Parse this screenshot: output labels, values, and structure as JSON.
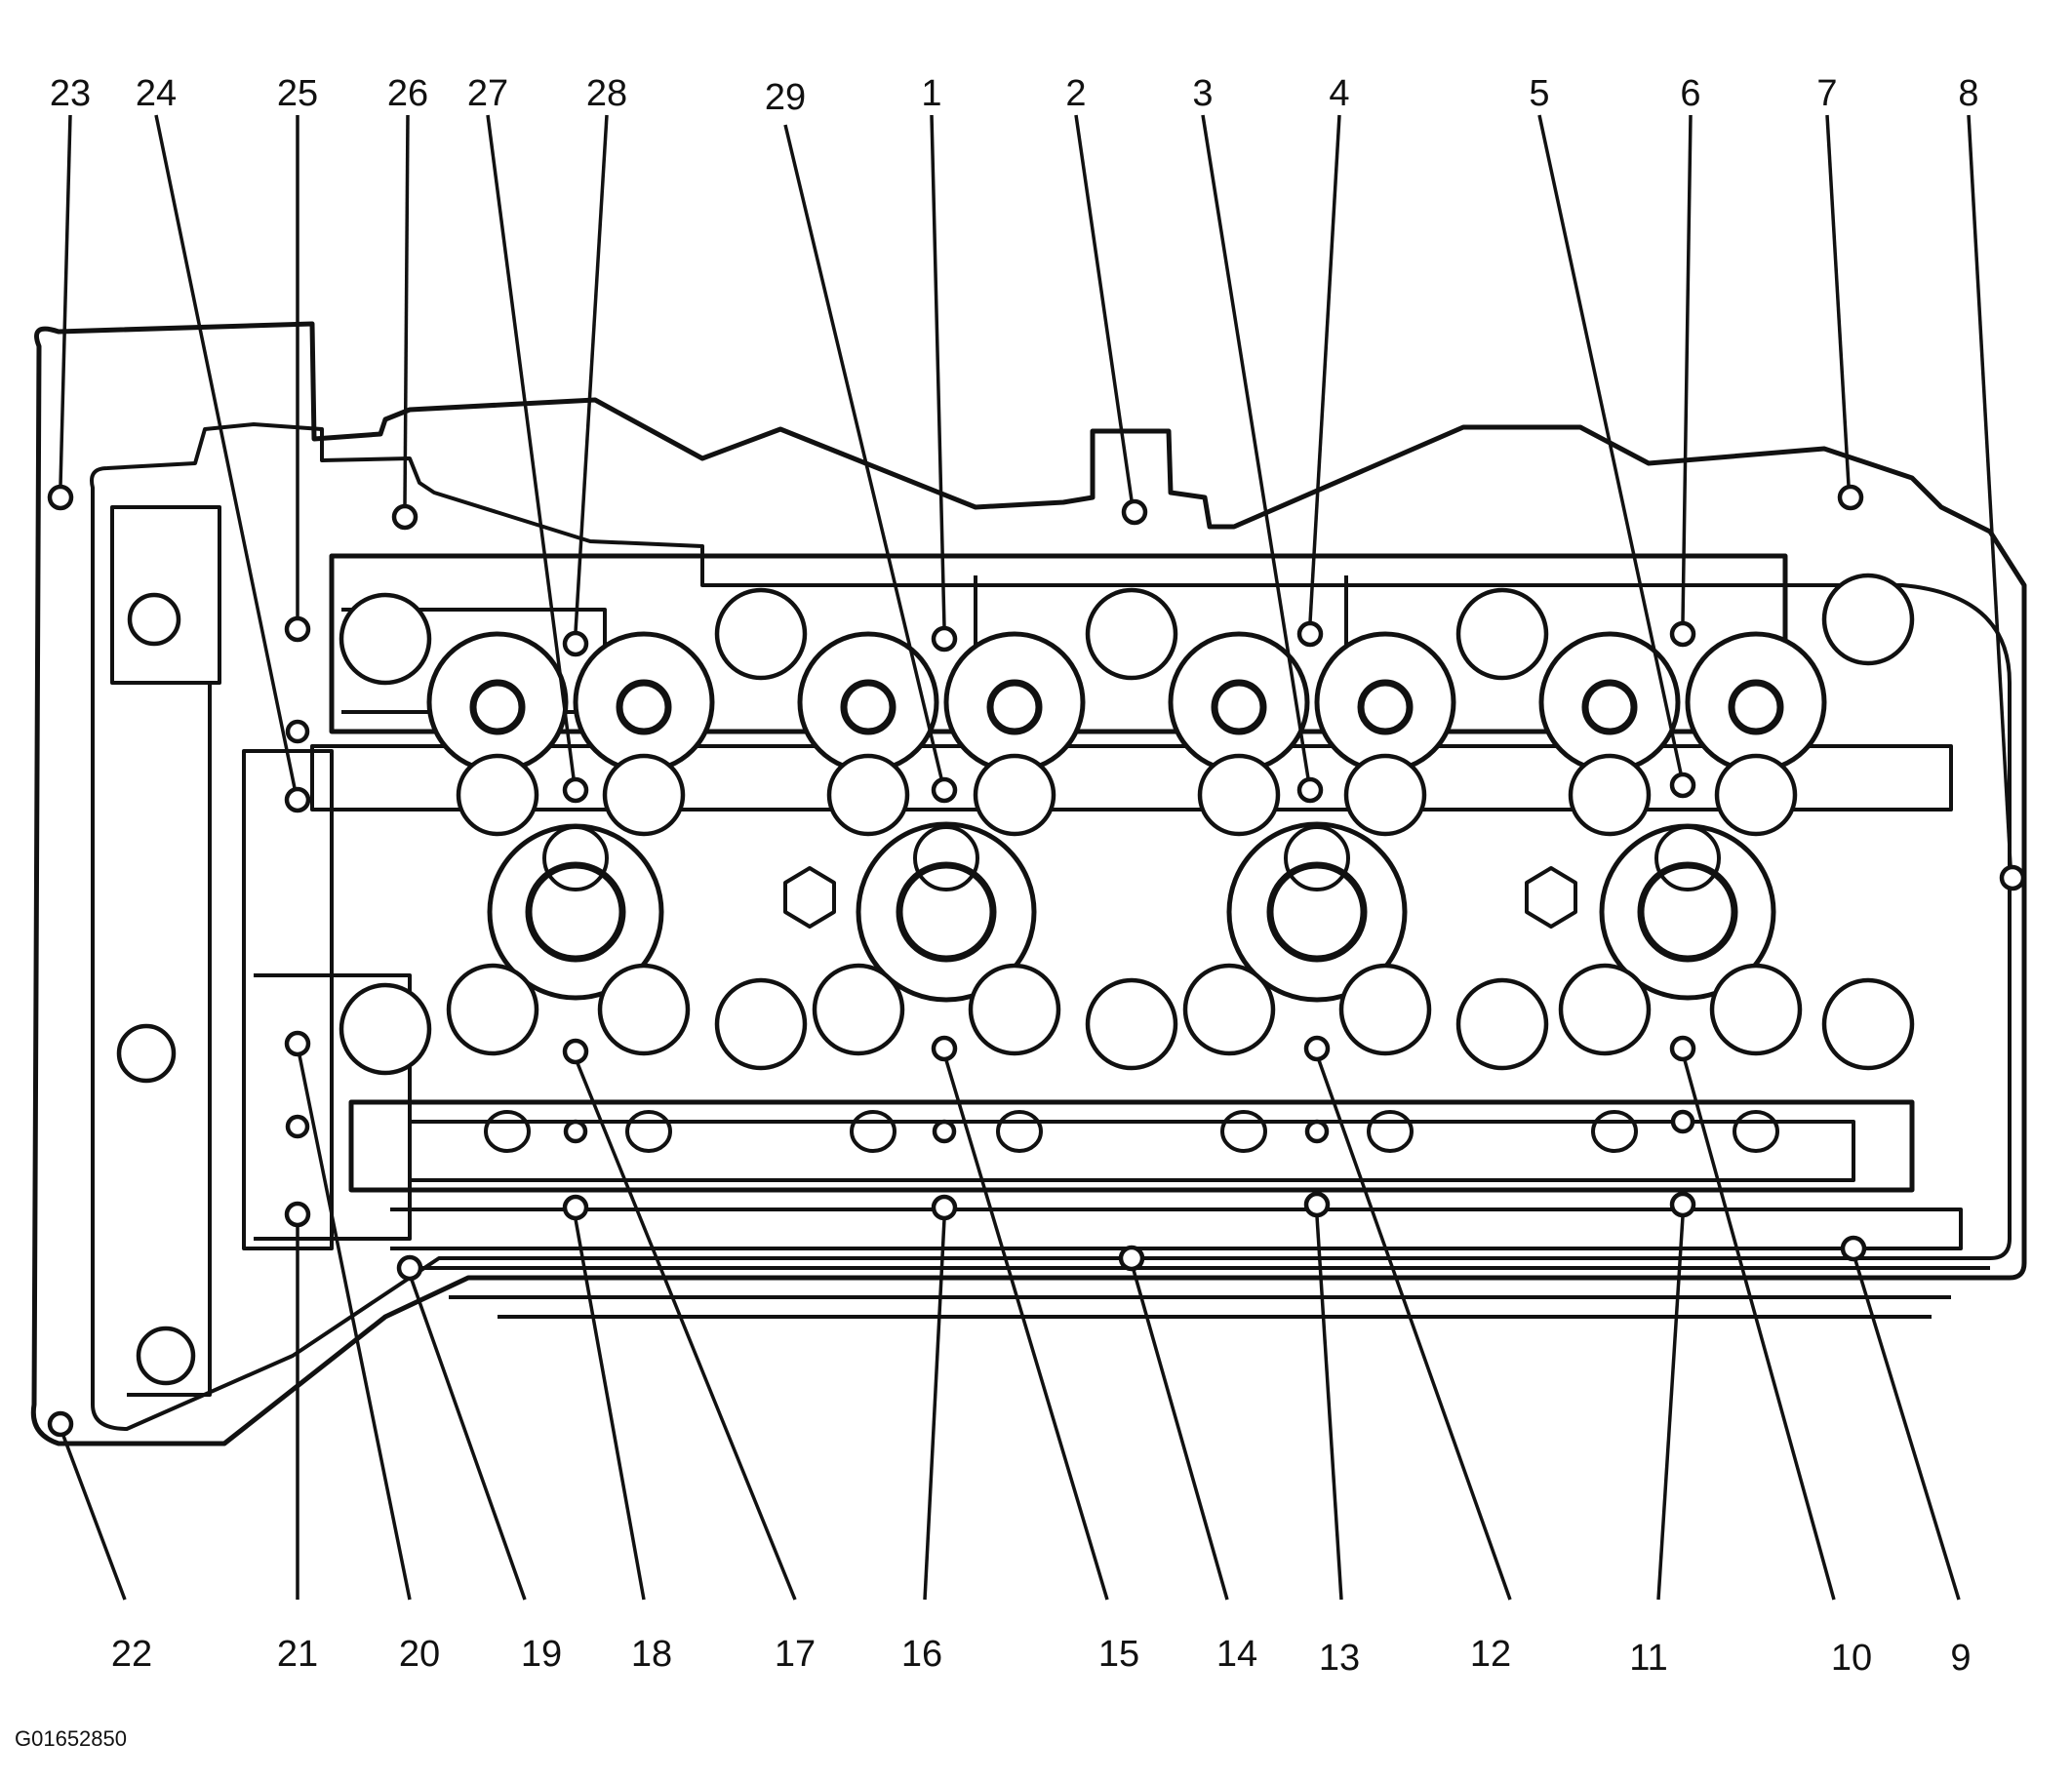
{
  "figure_id": "G01652850",
  "callouts": {
    "top": [
      "23",
      "24",
      "25",
      "26",
      "27",
      "28",
      "29",
      "1",
      "2",
      "3",
      "4",
      "5",
      "6",
      "7",
      "8"
    ],
    "bottom": [
      "22",
      "21",
      "20",
      "19",
      "18",
      "17",
      "16",
      "15",
      "14",
      "13",
      "12",
      "11",
      "10",
      "9"
    ]
  }
}
